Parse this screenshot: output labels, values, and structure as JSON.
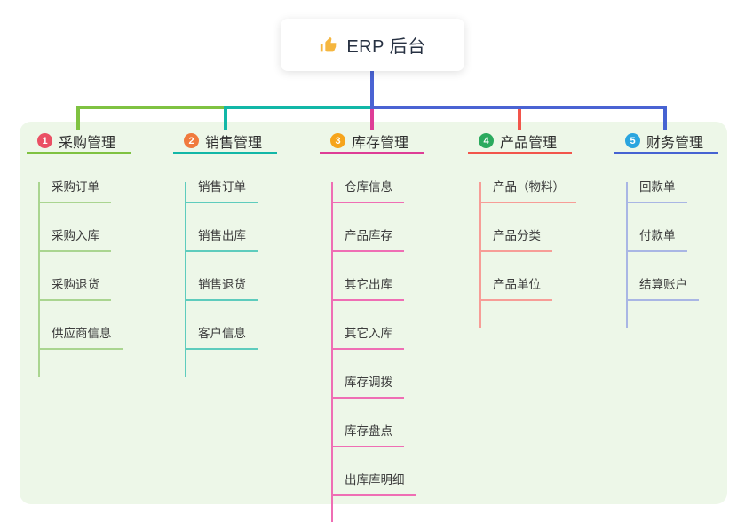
{
  "root": {
    "title": "ERP 后台",
    "icon": "thumbs-up-icon",
    "icon_color": "#f5b63f"
  },
  "theme": {
    "canvas_bg": "#ffffff",
    "container_bg": "#edf7e8",
    "root_line": "#4a63d3",
    "card_text": "#273142",
    "title_text": "#2f2f2f",
    "child_text": "#3c3c3c"
  },
  "branches": [
    {
      "index": "1",
      "label": "采购管理",
      "badge_color": "#ea5064",
      "line_color": "#7fc241",
      "child_line_color": "#aad590",
      "children": [
        "采购订单",
        "采购入库",
        "采购退货",
        "供应商信息"
      ]
    },
    {
      "index": "2",
      "label": "销售管理",
      "badge_color": "#f07a3e",
      "line_color": "#12b7a7",
      "child_line_color": "#5eccbd",
      "children": [
        "销售订单",
        "销售出库",
        "销售退货",
        "客户信息"
      ]
    },
    {
      "index": "3",
      "label": "库存管理",
      "badge_color": "#f6a41b",
      "line_color": "#de3d96",
      "child_line_color": "#ef6eb4",
      "children": [
        "仓库信息",
        "产品库存",
        "其它出库",
        "其它入库",
        "库存调拨",
        "库存盘点",
        "出库库明细"
      ]
    },
    {
      "index": "4",
      "label": "产品管理",
      "badge_color": "#2baa5e",
      "line_color": "#f2554b",
      "child_line_color": "#f79d97",
      "children": [
        "产品（物料）",
        "产品分类",
        "产品单位"
      ]
    },
    {
      "index": "5",
      "label": "财务管理",
      "badge_color": "#2aa5df",
      "line_color": "#4663d2",
      "child_line_color": "#a9b6e4",
      "children": [
        "回款单",
        "付款单",
        "结算账户"
      ]
    }
  ]
}
